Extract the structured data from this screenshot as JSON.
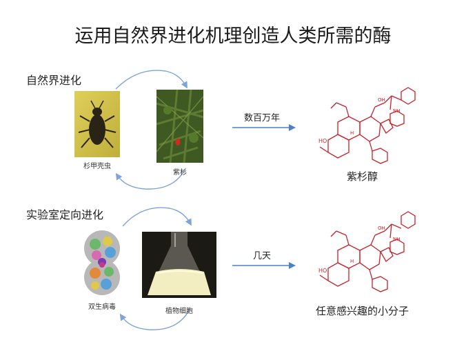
{
  "title": "运用自然界进化机理创造人类所需的酶",
  "natural": {
    "label": "自然界进化",
    "organism1": "杉甲壳虫",
    "organism2": "紫杉",
    "time": "数百万年",
    "product": "紫杉醇"
  },
  "lab": {
    "label": "实验室定向进化",
    "organism1": "双生病毒",
    "organism2": "植物细胞",
    "time": "几天",
    "product": "任意感兴趣的小分子"
  },
  "molecule_labels": {
    "ho": "HO",
    "oh": "OH",
    "nh": "NH",
    "h": "H"
  },
  "colors": {
    "molecule": "#c8202a",
    "cycle_arrow": "#7ea3d8",
    "flow_arrow": "#4f7fc4",
    "beetle_bg": "#d6c34a",
    "yew_bg": "#3e5a22",
    "flask_bg": "#1c1a14",
    "flask_liquid": "#f2eec2"
  }
}
